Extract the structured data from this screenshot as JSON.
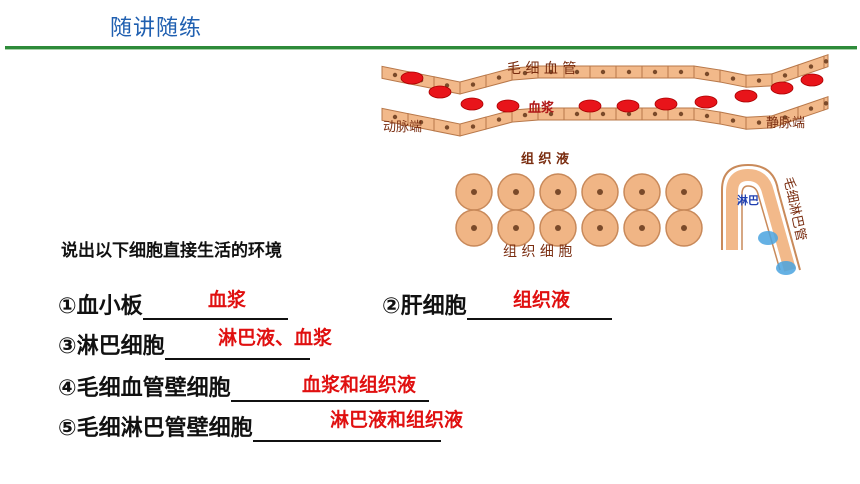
{
  "header": {
    "title": "随讲随练"
  },
  "diagram": {
    "capillary_label": "毛 细 血 管",
    "plasma_label": "血浆",
    "artery_end": "动脉端",
    "vein_end": "静脉端",
    "tissue_fluid_label": "组 织 液",
    "tissue_cell_label": "组 织 细 胞",
    "lymph_capillary_label": "毛细淋巴管",
    "lymph_label": "淋巴",
    "colors": {
      "wall": "#f2b98a",
      "rbc": "#e8141a",
      "cell": "#f0b585",
      "nucleus": "#7a4a2a",
      "lymph_dot": "#4aa3df"
    }
  },
  "question": {
    "prompt": "说出以下细胞直接生活的环境",
    "items": [
      {
        "label": "①血小板",
        "answer": "血浆"
      },
      {
        "label": "②肝细胞",
        "answer": "组织液"
      },
      {
        "label": "③淋巴细胞",
        "answer": "淋巴液、血浆"
      },
      {
        "label": "④毛细血管壁细胞",
        "answer": "血浆和组织液"
      },
      {
        "label": "⑤毛细淋巴管壁细胞",
        "answer": "淋巴液和组织液"
      }
    ]
  }
}
